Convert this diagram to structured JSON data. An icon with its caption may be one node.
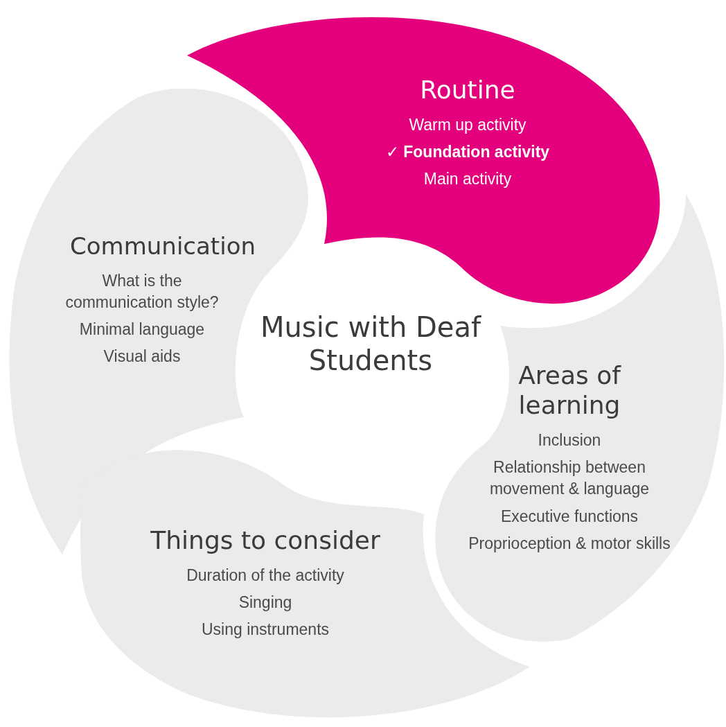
{
  "diagram": {
    "nodes": [
      {
        "text": [
          "Music with Deaf Students"
        ]
      },
      {
        "text": [
          "Routine",
          "Warm up activity",
          "✓ **Foundation activity**",
          "Main activity"
        ]
      },
      {
        "text": [
          "Communication",
          "What is the communication style?",
          "Minimal language",
          "Visual aids"
        ]
      },
      {
        "text": [
          "Areas of learning",
          "Inclusion",
          "Relationship between movement & language",
          "Executive functions",
          "Proprioception & motor skills"
        ]
      },
      {
        "text": [
          "Things to consider",
          "Duration of the activity",
          "Singing",
          "Using instruments"
        ]
      }
    ],
    "edges": []
  }
}
